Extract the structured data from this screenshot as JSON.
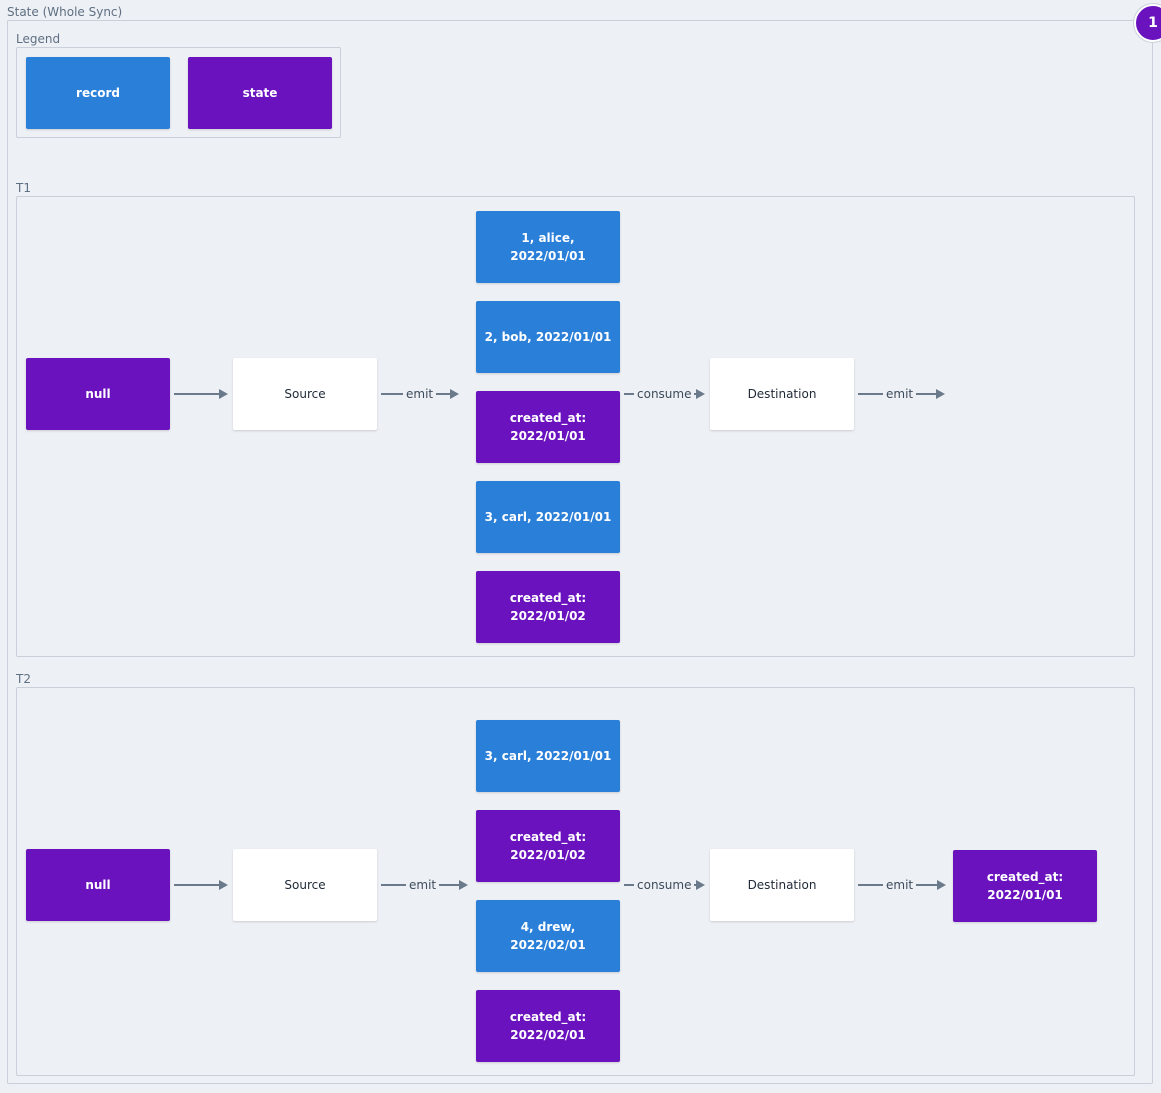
{
  "diagram": {
    "title": "State (Whole Sync)",
    "badge": "1",
    "legend": {
      "title": "Legend",
      "record_label": "record",
      "state_label": "state"
    },
    "t1": {
      "title": "T1",
      "start_state": "null",
      "source": "Source",
      "emit_label": "emit",
      "consume_label": "consume",
      "destination": "Destination",
      "dest_emit_label": "emit",
      "messages": [
        {
          "kind": "record",
          "text": "1, alice, 2022/01/01"
        },
        {
          "kind": "record",
          "text": "2, bob, 2022/01/01"
        },
        {
          "kind": "state",
          "text": "created_at:\n2022/01/01"
        },
        {
          "kind": "record",
          "text": "3, carl, 2022/01/01"
        },
        {
          "kind": "state",
          "text": "created_at:\n2022/01/02"
        }
      ]
    },
    "t2": {
      "title": "T2",
      "start_state": "null",
      "source": "Source",
      "emit_label": "emit",
      "consume_label": "consume",
      "destination": "Destination",
      "dest_emit_label": "emit",
      "output_state": "created_at:\n2022/01/01",
      "messages": [
        {
          "kind": "record",
          "text": "3, carl, 2022/01/01"
        },
        {
          "kind": "state",
          "text": "created_at:\n2022/01/02"
        },
        {
          "kind": "record",
          "text": "4, drew, 2022/02/01"
        },
        {
          "kind": "state",
          "text": "created_at:\n2022/02/01"
        }
      ]
    },
    "colors": {
      "record": "#2a7fd9",
      "state": "#6a12be",
      "background": "#edf0f5",
      "border": "#c9d0d9",
      "arrow": "#6b7a8a"
    }
  }
}
